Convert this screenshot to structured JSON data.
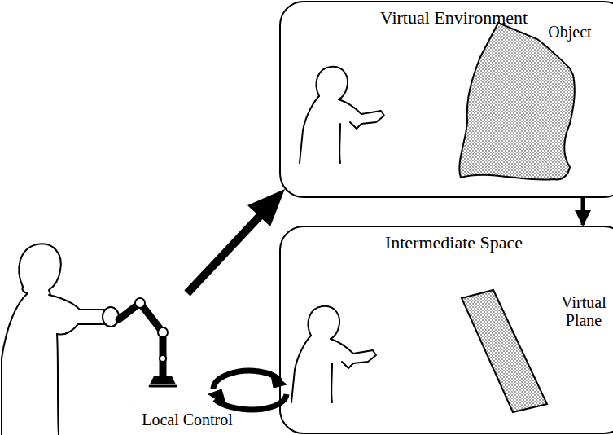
{
  "diagram": {
    "nodes": [
      {
        "text": [
          "Virtual Environment"
        ]
      },
      {
        "text": [
          "Intermediate Space"
        ]
      }
    ],
    "edges": [
      {
        "from": 0,
        "to": 1,
        "arrow": "to"
      }
    ],
    "labels": [
      "Object",
      "Virtual Plane",
      "Local Control"
    ]
  }
}
